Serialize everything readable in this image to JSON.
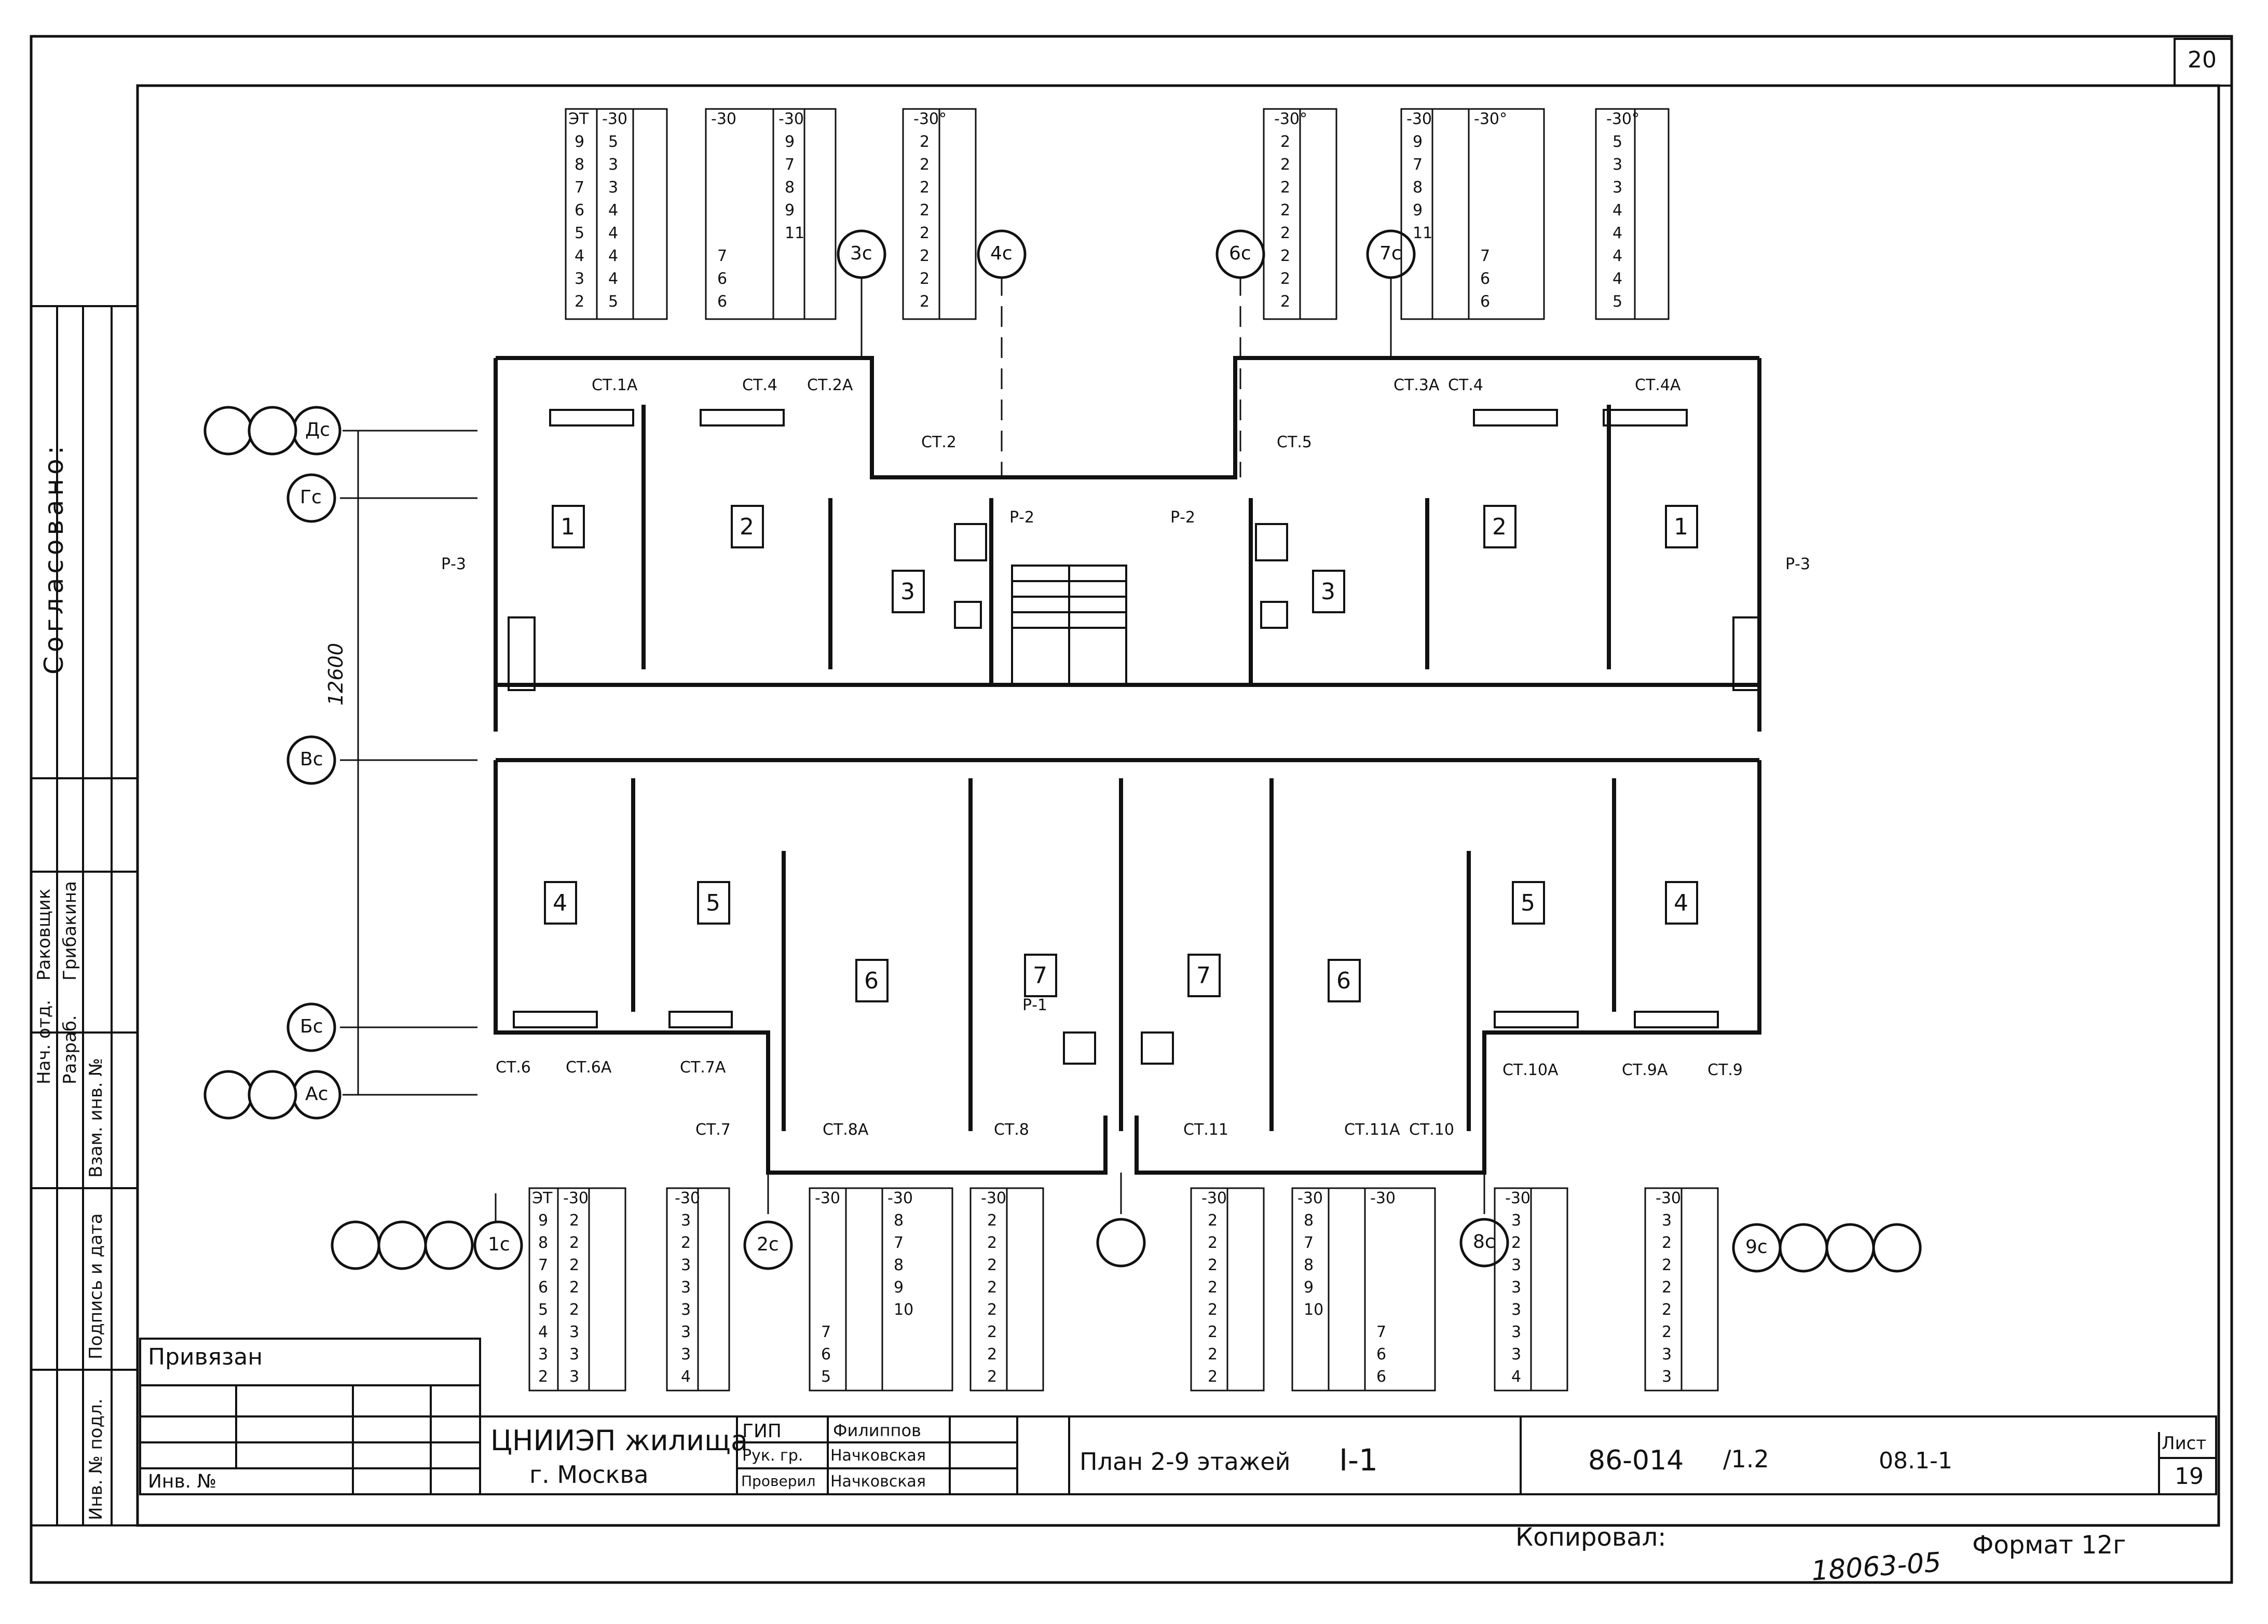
{
  "sheet": {
    "page_number": "20",
    "sheet_number": "19",
    "sheet_label": "Лист",
    "title": "План 2-9 этажей",
    "section": "I-1",
    "doc_code": "86-014",
    "doc_code_suffix": "/1.2",
    "doc_subcode": "08.1-1",
    "organization": "ЦНИИЭП жилища",
    "city": "г. Москва",
    "copied_label": "Копировал:",
    "format_label": "Формат 12г",
    "stamp_number": "18063-05",
    "attached_label": "Привязан",
    "inv_label": "Инв. №",
    "agreed_label": "Согласовано:"
  },
  "left_strip": {
    "cells": [
      "Инв. № подл.",
      "Подпись и дата",
      "Взам. инв. №"
    ]
  },
  "signatures": {
    "roles": [
      "Нач. отд.",
      "Разраб."
    ],
    "names": [
      "Раковщик",
      "Грибакина"
    ]
  },
  "title_block": {
    "rows": [
      {
        "role": "ГИП",
        "name": "Филиппов"
      },
      {
        "role": "Рук. гр.",
        "name": "Начковская"
      },
      {
        "role": "Проверил",
        "name": "Начковская"
      }
    ]
  },
  "grid_axes": {
    "horizontal": [
      "Дс",
      "Гс",
      "Вс",
      "Бс",
      "Ас"
    ],
    "vertical": [
      "1с",
      "2с",
      "3с",
      "4с",
      "6с",
      "7с",
      "8с",
      "9с"
    ],
    "dimension": "12600"
  },
  "rooms": [
    "1",
    "2",
    "3",
    "3",
    "2",
    "1",
    "4",
    "5",
    "6",
    "7",
    "7",
    "6",
    "5",
    "4"
  ],
  "risers": {
    "labels": [
      "СТ.1А",
      "СТ.4",
      "СТ.2А",
      "СТ.2",
      "СТ.5",
      "СТ.3А",
      "СТ.4",
      "СТ.4А",
      "СТ.6",
      "СТ.6А",
      "СТ.7А",
      "СТ.7",
      "СТ.8А",
      "СТ.8",
      "СТ.11",
      "СТ.11А",
      "СТ.10",
      "СТ.10А",
      "СТ.9А",
      "СТ.9"
    ],
    "pipes": [
      "Р-3",
      "Р-2",
      "Р-2",
      "Р-3",
      "Р-1"
    ]
  },
  "schedules_top": [
    {
      "header": [
        "ЭТ",
        "-30"
      ],
      "rows": [
        [
          "9",
          "5"
        ],
        [
          "8",
          "3"
        ],
        [
          "7",
          "3"
        ],
        [
          "6",
          "4"
        ],
        [
          "5",
          "4"
        ],
        [
          "4",
          "4"
        ],
        [
          "3",
          "4"
        ],
        [
          "2",
          "5"
        ]
      ]
    },
    {
      "header": [
        "-30",
        "-30"
      ],
      "rows": [
        [
          "",
          "9"
        ],
        [
          "",
          "7"
        ],
        [
          "",
          "8"
        ],
        [
          "",
          "9"
        ],
        [
          "",
          "11"
        ],
        [
          "7",
          ""
        ],
        [
          "6",
          ""
        ],
        [
          "6",
          ""
        ]
      ]
    },
    {
      "header": [
        "-30°"
      ],
      "rows": [
        [
          "2"
        ],
        [
          "2"
        ],
        [
          "2"
        ],
        [
          "2"
        ],
        [
          "2"
        ],
        [
          "2"
        ],
        [
          "2"
        ],
        [
          "2"
        ]
      ]
    },
    {
      "header": [
        "-30°"
      ],
      "rows": [
        [
          "2"
        ],
        [
          "2"
        ],
        [
          "2"
        ],
        [
          "2"
        ],
        [
          "2"
        ],
        [
          "2"
        ],
        [
          "2"
        ],
        [
          "2"
        ]
      ]
    },
    {
      "header": [
        "-30",
        "-30°"
      ],
      "rows": [
        [
          "9",
          ""
        ],
        [
          "7",
          ""
        ],
        [
          "8",
          ""
        ],
        [
          "9",
          ""
        ],
        [
          "11",
          ""
        ],
        [
          "",
          "7"
        ],
        [
          "",
          "6"
        ],
        [
          "",
          "6"
        ]
      ]
    },
    {
      "header": [
        "-30°"
      ],
      "rows": [
        [
          "5"
        ],
        [
          "3"
        ],
        [
          "3"
        ],
        [
          "4"
        ],
        [
          "4"
        ],
        [
          "4"
        ],
        [
          "4"
        ],
        [
          "5"
        ]
      ]
    }
  ],
  "schedules_bottom": [
    {
      "header": [
        "ЭТ",
        "-30"
      ],
      "rows": [
        [
          "9",
          "2"
        ],
        [
          "8",
          "2"
        ],
        [
          "7",
          "2"
        ],
        [
          "6",
          "2"
        ],
        [
          "5",
          "2"
        ],
        [
          "4",
          "3"
        ],
        [
          "3",
          "3"
        ],
        [
          "2",
          "3"
        ]
      ]
    },
    {
      "header": [
        "-30"
      ],
      "rows": [
        [
          "3"
        ],
        [
          "2"
        ],
        [
          "3"
        ],
        [
          "3"
        ],
        [
          "3"
        ],
        [
          "3"
        ],
        [
          "3"
        ],
        [
          "4"
        ]
      ]
    },
    {
      "header": [
        "-30",
        "-30"
      ],
      "rows": [
        [
          "",
          "8"
        ],
        [
          "",
          "7"
        ],
        [
          "",
          "8"
        ],
        [
          "",
          "9"
        ],
        [
          "",
          "10"
        ],
        [
          "7",
          ""
        ],
        [
          "6",
          ""
        ],
        [
          "5",
          ""
        ]
      ]
    },
    {
      "header": [
        "-30"
      ],
      "rows": [
        [
          "2"
        ],
        [
          "2"
        ],
        [
          "2"
        ],
        [
          "2"
        ],
        [
          "2"
        ],
        [
          "2"
        ],
        [
          "2"
        ],
        [
          "2"
        ]
      ]
    },
    {
      "header": [
        "-30"
      ],
      "rows": [
        [
          "2"
        ],
        [
          "2"
        ],
        [
          "2"
        ],
        [
          "2"
        ],
        [
          "2"
        ],
        [
          "2"
        ],
        [
          "2"
        ],
        [
          "2"
        ]
      ]
    },
    {
      "header": [
        "-30",
        "-30"
      ],
      "rows": [
        [
          "8",
          ""
        ],
        [
          "7",
          ""
        ],
        [
          "8",
          ""
        ],
        [
          "9",
          ""
        ],
        [
          "10",
          ""
        ],
        [
          "",
          "7"
        ],
        [
          "",
          "6"
        ],
        [
          "",
          "6"
        ]
      ]
    },
    {
      "header": [
        "-30"
      ],
      "rows": [
        [
          "3"
        ],
        [
          "2"
        ],
        [
          "3"
        ],
        [
          "3"
        ],
        [
          "3"
        ],
        [
          "3"
        ],
        [
          "3"
        ],
        [
          "4"
        ]
      ]
    },
    {
      "header": [
        "-30"
      ],
      "rows": [
        [
          "3"
        ],
        [
          "2"
        ],
        [
          "2"
        ],
        [
          "2"
        ],
        [
          "2"
        ],
        [
          "2"
        ],
        [
          "3"
        ],
        [
          "3"
        ]
      ]
    }
  ]
}
